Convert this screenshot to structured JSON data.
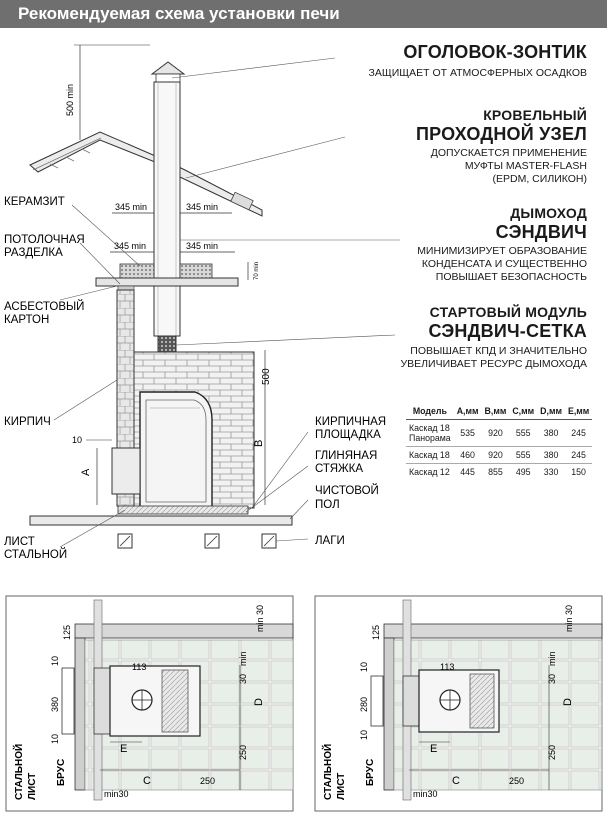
{
  "header": {
    "title": "Рекомендуемая схема установки печи"
  },
  "sections": [
    {
      "title_lines": [
        "ОГОЛОВОК-ЗОНТИК"
      ],
      "caption_lines": [
        "ЗАЩИЩАЕТ ОТ АТМОСФЕРНЫХ ОСАДКОВ"
      ]
    },
    {
      "title_lines": [
        "КРОВЕЛЬНЫЙ",
        "ПРОХОДНОЙ УЗЕЛ"
      ],
      "caption_lines": [
        "ДОПУСКАЕТСЯ ПРИМЕНЕНИЕ",
        "МУФТЫ MASTER-FLASH",
        "(EPDM, СИЛИКОН)"
      ]
    },
    {
      "title_lines": [
        "ДЫМОХОД",
        "СЭНДВИЧ"
      ],
      "caption_lines": [
        "МИНИМИЗИРУЕТ ОБРАЗОВАНИЕ",
        "КОНДЕНСАТА И СУЩЕСТВЕННО",
        "ПОВЫШАЕТ БЕЗОПАСНОСТЬ"
      ]
    },
    {
      "title_lines": [
        "СТАРТОВЫЙ МОДУЛЬ",
        "СЭНДВИЧ-СЕТКА"
      ],
      "caption_lines": [
        "ПОВЫШАЕТ КПД И ЗНАЧИТЕЛЬНО",
        "УВЕЛИЧИВАЕТ РЕСУРС ДЫМОХОДА"
      ]
    }
  ],
  "left_labels": {
    "keramzit": "КЕРАМЗИТ",
    "ceiling_1": "ПОТОЛОЧНАЯ",
    "ceiling_2": "РАЗДЕЛКА",
    "asbestos_1": "АСБЕСТОВЫЙ",
    "asbestos_2": "КАРТОН",
    "brick": "КИРПИЧ",
    "steel_1": "ЛИСТ",
    "steel_2": "СТАЛЬНОЙ"
  },
  "right_labels": {
    "platform_1": "КИРПИЧНАЯ",
    "platform_2": "ПЛОЩАДКА",
    "clay_1": "ГЛИНЯНАЯ",
    "clay_2": "СТЯЖКА",
    "floor_1": "ЧИСТОВОЙ",
    "floor_2": "ПОЛ",
    "joists": "ЛАГИ"
  },
  "dimensions": {
    "roof_height": "500 min",
    "clear_roof": "345 min",
    "clear_ceiling": "345 min",
    "ceiling_gap": "70 min",
    "height_500": "500",
    "ten": "10",
    "dim_a": "A",
    "dim_b": "B"
  },
  "table": {
    "headers": [
      "Модель",
      "A,мм",
      "B,мм",
      "C,мм",
      "D,мм",
      "E,мм"
    ],
    "rows": [
      {
        "model_lines": [
          "Каскад 18",
          "Панорама"
        ],
        "values": [
          "535",
          "920",
          "555",
          "380",
          "245"
        ]
      },
      {
        "model_lines": [
          "Каскад 18"
        ],
        "values": [
          "460",
          "920",
          "555",
          "380",
          "245"
        ]
      },
      {
        "model_lines": [
          "Каскад 12"
        ],
        "values": [
          "445",
          "855",
          "495",
          "330",
          "150"
        ]
      }
    ]
  },
  "plan_left": {
    "top_dim": "125",
    "top_right_dim": "min 30",
    "hole_dim": "113",
    "side_10a": "10",
    "side_380": "380",
    "side_10b": "10",
    "right_min": "min",
    "right_30": "30",
    "dim_d": "D",
    "dim_e": "E",
    "dim_250r": "250",
    "dim_c": "C",
    "dim_250b": "250",
    "bottom_min": "min30",
    "label_sheet_1": "СТАЛЬНОЙ",
    "label_sheet_2": "ЛИСТ",
    "label_beam": "БРУС"
  },
  "plan_right": {
    "top_dim": "125",
    "top_right_dim": "min 30",
    "hole_dim": "113",
    "side_10a": "10",
    "side_280": "280",
    "side_10b": "10",
    "right_min": "min",
    "right_30": "30",
    "dim_d": "D",
    "dim_e": "E",
    "dim_250r": "250",
    "dim_c": "C",
    "dim_250b": "250",
    "bottom_min": "min30",
    "label_sheet_1": "СТАЛЬНОЙ",
    "label_sheet_2": "ЛИСТ",
    "label_beam": "БРУС"
  }
}
